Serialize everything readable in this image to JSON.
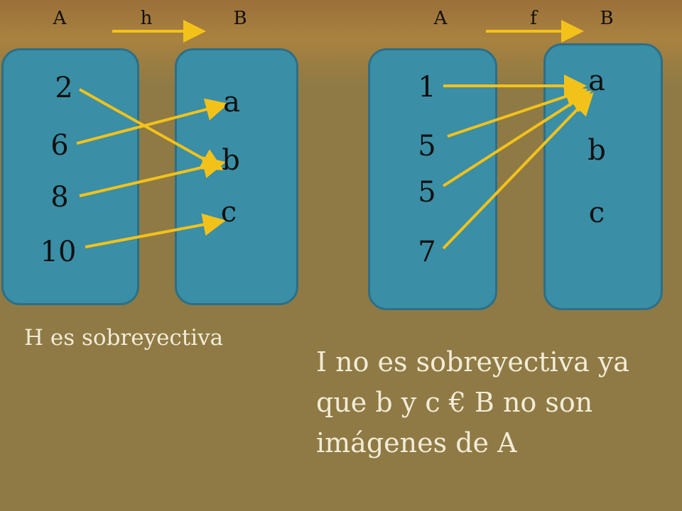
{
  "left": {
    "header": {
      "set_a": "A",
      "func": "h",
      "set_b": "B"
    },
    "domain": [
      "2",
      "6",
      "8",
      "10"
    ],
    "codomain": [
      "a",
      "b",
      "c"
    ],
    "caption": "H es sobreyectiva"
  },
  "right": {
    "header": {
      "set_a": "A",
      "func": "f",
      "set_b": "B"
    },
    "domain": [
      "1",
      "5",
      "5",
      "7"
    ],
    "codomain": [
      "a",
      "b",
      "c"
    ],
    "caption_lines": [
      "I no es sobreyectiva ya",
      "que b y c € B no son",
      "imágenes de A"
    ]
  },
  "colors": {
    "arrow": "#f3c21a",
    "set_fill": "#3a8ea6",
    "background": "#8f7a45",
    "caption": "#f2ecd8"
  }
}
